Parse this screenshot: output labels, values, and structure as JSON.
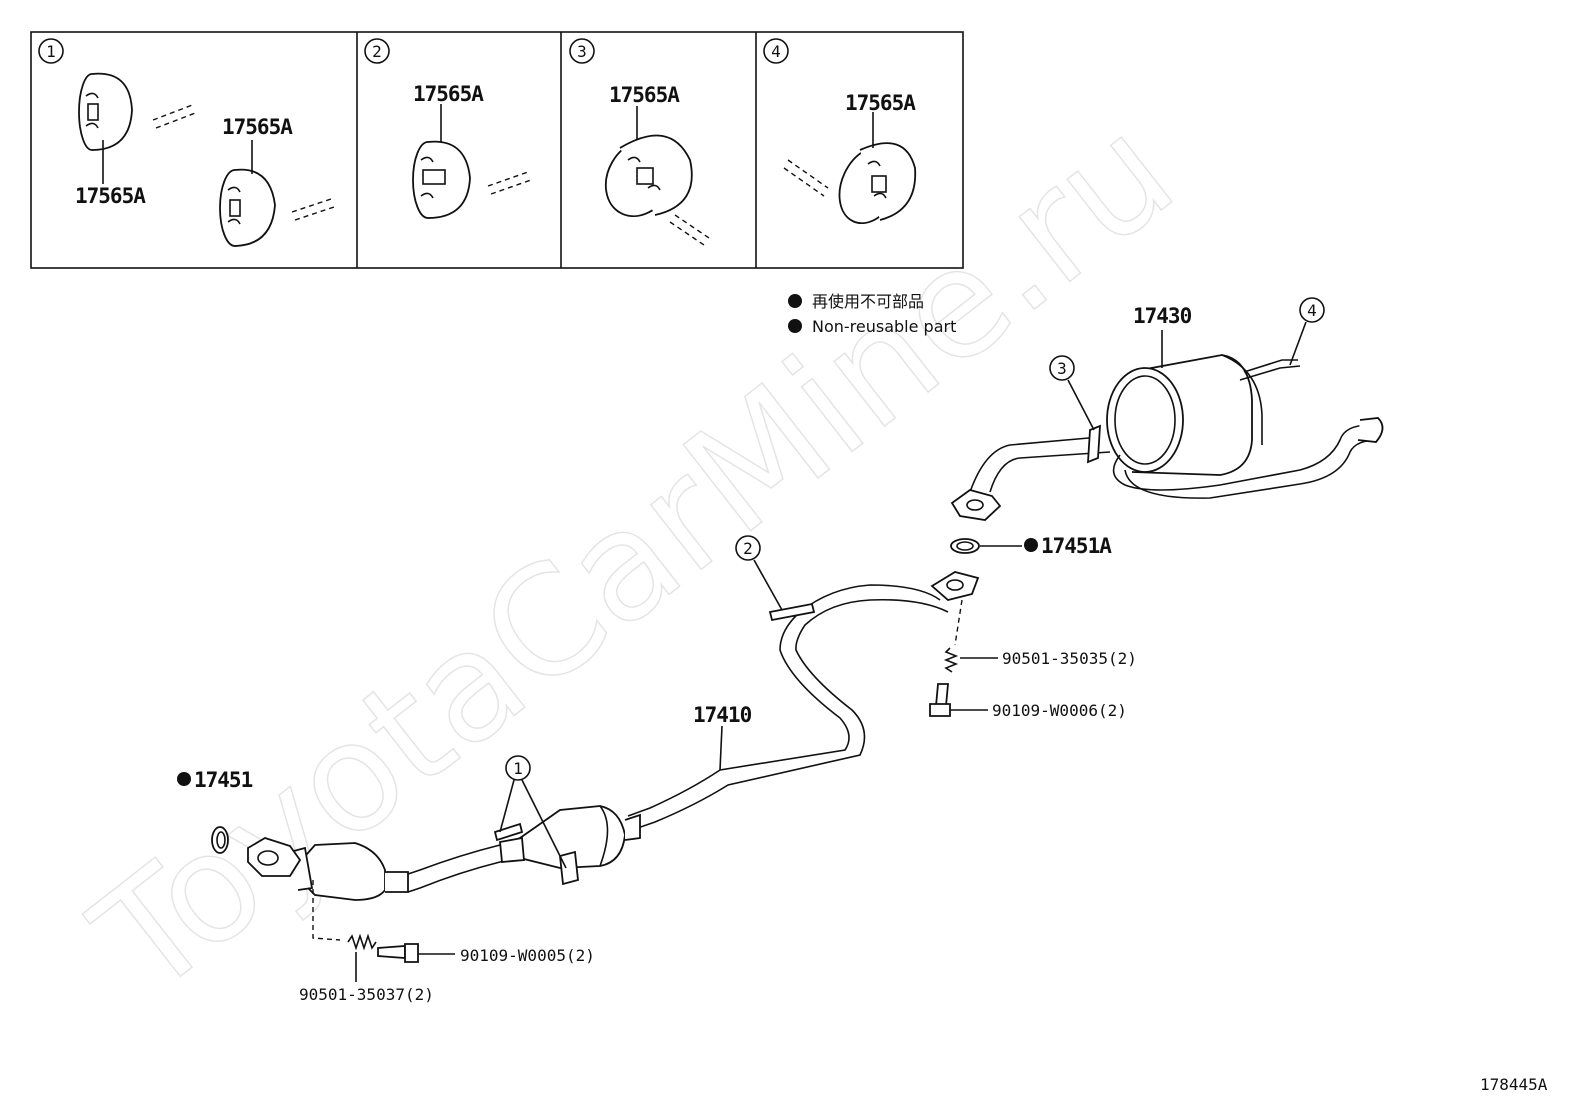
{
  "insets": [
    {
      "number": "1",
      "labels": [
        "17565A",
        "17565A"
      ]
    },
    {
      "number": "2",
      "labels": [
        "17565A"
      ]
    },
    {
      "number": "3",
      "labels": [
        "17565A"
      ]
    },
    {
      "number": "4",
      "labels": [
        "17565A"
      ]
    }
  ],
  "legend": {
    "line1": "再使用不可部品",
    "line2": "Non-reusable part"
  },
  "parts": {
    "muffler": "17430",
    "center_pipe": "17410",
    "gasket_front": "17451",
    "gasket_rear": "17451A",
    "spring_front": "90501-35037(2)",
    "bolt_front": "90109-W0005(2)",
    "spring_rear": "90501-35035(2)",
    "bolt_rear": "90109-W0006(2)"
  },
  "callouts": {
    "c1": "1",
    "c2": "2",
    "c3": "3",
    "c4": "4"
  },
  "watermark": "ToyotaCarMine.ru",
  "diagram_code": "178445A"
}
